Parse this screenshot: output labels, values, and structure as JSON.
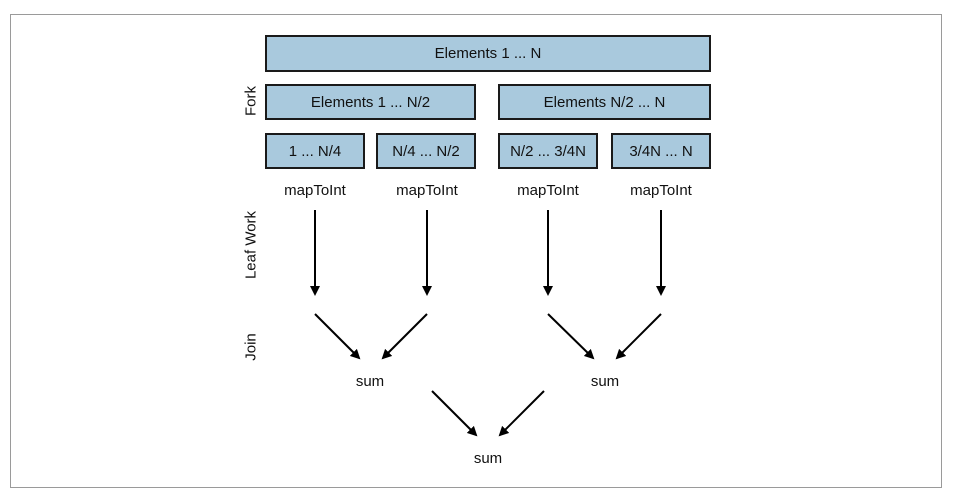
{
  "phases": {
    "fork": "Fork",
    "leaf_work": "Leaf Work",
    "join": "Join"
  },
  "boxes": {
    "root": "Elements 1 ... N",
    "left_half": "Elements 1 ... N/2",
    "right_half": "Elements N/2 ... N",
    "q1": "1 ... N/4",
    "q2": "N/4 ... N/2",
    "q3": "N/2 ... 3/4N",
    "q4": "3/4N ... N"
  },
  "leaf_ops": [
    "mapToInt",
    "mapToInt",
    "mapToInt",
    "mapToInt"
  ],
  "sums": {
    "left": "sum",
    "right": "sum",
    "final": "sum"
  },
  "colors": {
    "box_fill": "#a9c9dd",
    "box_border": "#1a1a1a",
    "frame_border": "#9a9a9a"
  }
}
